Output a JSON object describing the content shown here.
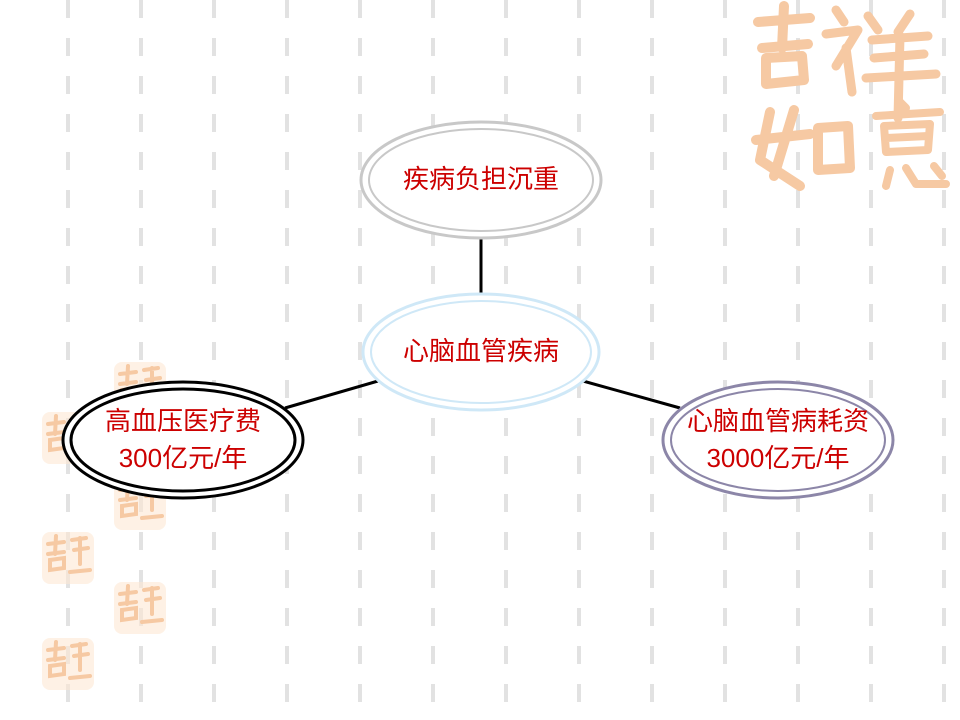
{
  "diagram": {
    "center": {
      "label": "心脑血管疾病"
    },
    "top": {
      "label": "疾病负担沉重"
    },
    "left": {
      "line1": "高血压医疗费",
      "line2": "300亿元/年"
    },
    "right": {
      "line1": "心脑血管病耗资",
      "line2": "3000亿元/年"
    }
  },
  "decoration": {
    "seal_text": "吉祥如意",
    "seal_color": "#f6c9a3",
    "dash_color": "#e2e2e2"
  },
  "colors": {
    "text": "#cc0000",
    "top_ellipse": "#c8c8c8",
    "center_ellipse": "#cfe8f7",
    "left_ellipse": "#000000",
    "right_ellipse": "#8c86a8",
    "connector": "#000000"
  }
}
